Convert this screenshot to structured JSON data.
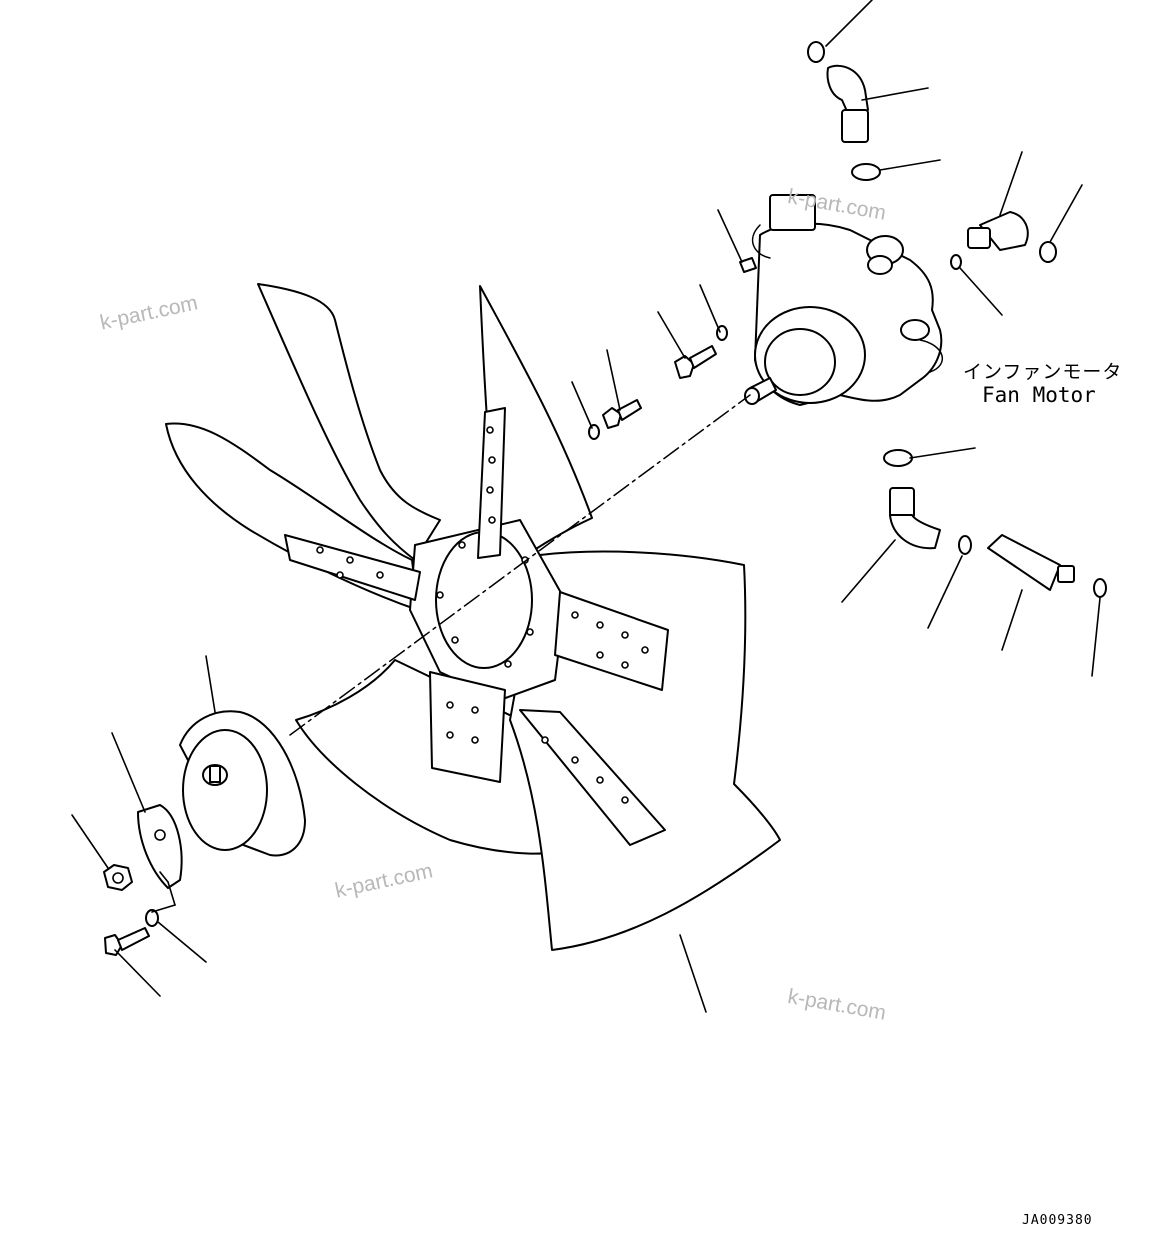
{
  "diagram": {
    "label_jp": "インファンモータ",
    "label_en": "Fan Motor",
    "drawing_code": "JA009380"
  },
  "watermarks": [
    "k-part.com",
    "k-part.com",
    "k-part.com",
    "k-part.com"
  ],
  "colors": {
    "line": "#000000",
    "background": "#ffffff",
    "watermark": "#b8b8b8"
  }
}
